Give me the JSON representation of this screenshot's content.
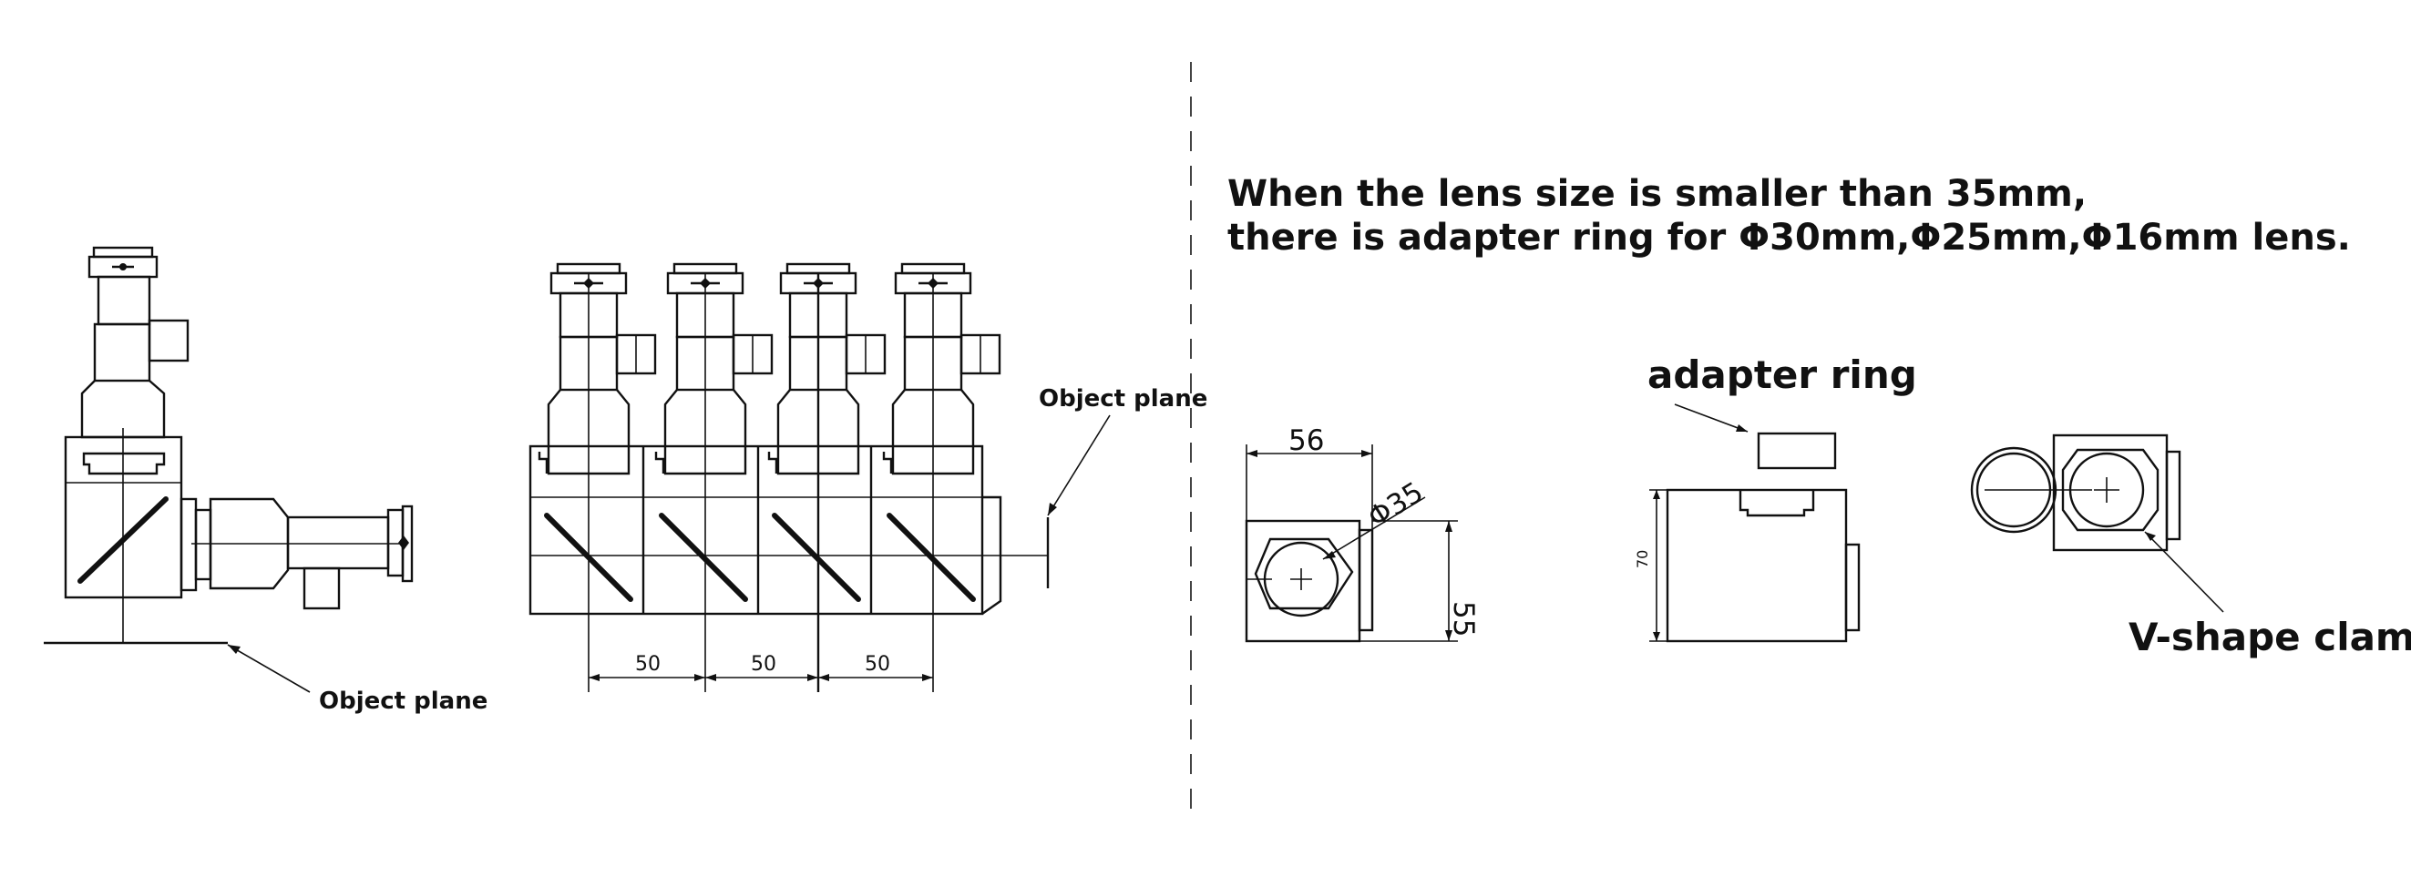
{
  "heading": {
    "line1": "When the lens size is smaller than 35mm,",
    "line2": "there is adapter ring for Φ30mm,Φ25mm,Φ16mm lens."
  },
  "labels": {
    "object_plane_left": "Object plane",
    "object_plane_right": "Object plane",
    "adapter_ring": "adapter ring",
    "v_clamp": "V-shape clamp"
  },
  "dimensions": {
    "pitch_1": "50",
    "pitch_2": "50",
    "pitch_3": "50",
    "width": "56",
    "diameter": "Φ35",
    "height_side": "55",
    "height_front": "70"
  }
}
